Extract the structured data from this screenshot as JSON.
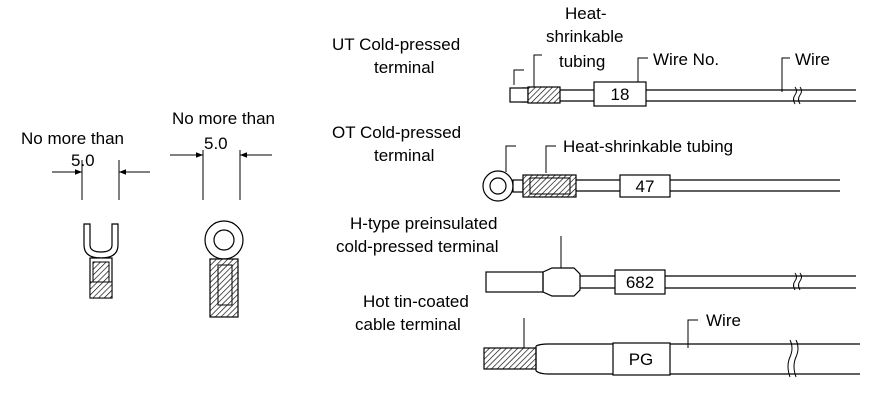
{
  "left_spade": {
    "label": "No more than",
    "dimension": "5.0"
  },
  "left_ring": {
    "label": "No more than",
    "dimension": "5.0"
  },
  "ut": {
    "label_line1": "UT Cold-pressed",
    "label_line2": "terminal",
    "tubing_line1": "Heat-",
    "tubing_line2": "shrinkable",
    "tubing_line3": "tubing",
    "wire_no_label": "Wire No.",
    "wire_label": "Wire",
    "marker": "18"
  },
  "ot": {
    "label_line1": "OT Cold-pressed",
    "label_line2": "terminal",
    "tubing_label": "Heat-shrinkable tubing",
    "marker": "47"
  },
  "h": {
    "label_line1": "H-type preinsulated",
    "label_line2": "cold-pressed terminal",
    "marker": "682"
  },
  "tin": {
    "label_line1": "Hot tin-coated",
    "label_line2": "cable terminal",
    "wire_label": "Wire",
    "marker": "PG"
  }
}
